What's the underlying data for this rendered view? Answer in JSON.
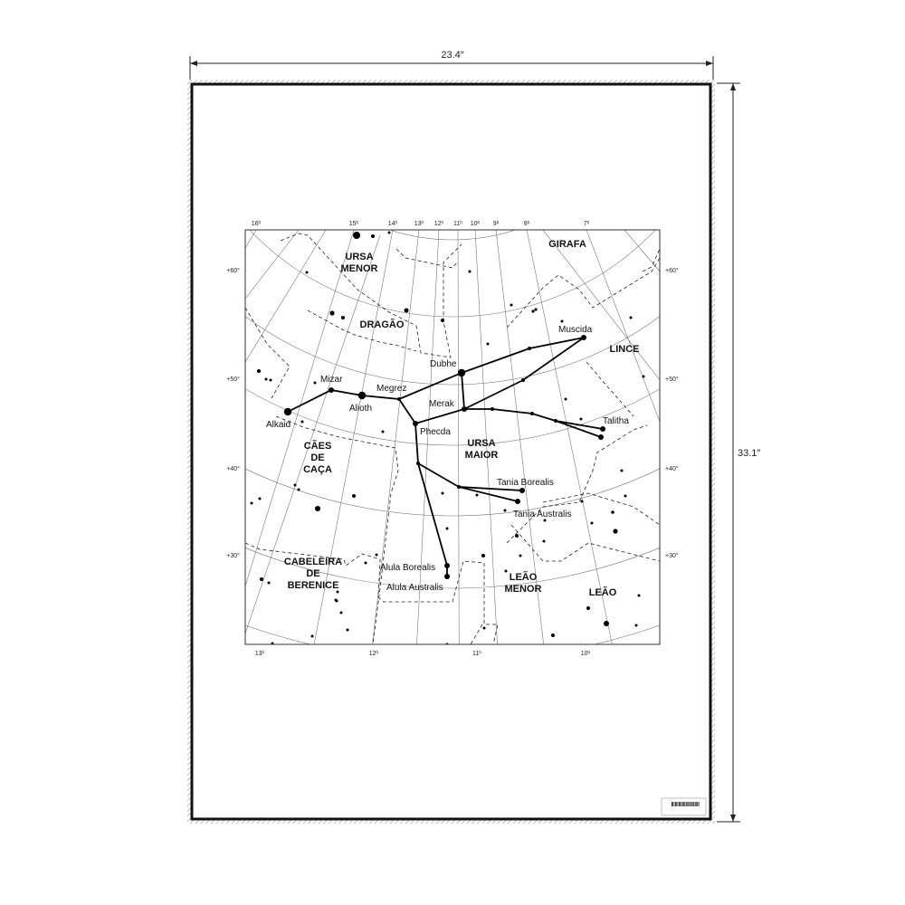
{
  "poster": {
    "width_label": "23.4″",
    "height_label": "33.1″"
  },
  "chart": {
    "ra_top": [
      "16h",
      "15h",
      "14h",
      "13h",
      "12h",
      "11h",
      "10h",
      "9h",
      "8h",
      "7h"
    ],
    "ra_bottom": [
      "13h",
      "12h",
      "11h",
      "10h"
    ],
    "dec_left": [
      "+60°",
      "+50°",
      "+40°",
      "+30°"
    ],
    "dec_right": [
      "+60°",
      "+50°",
      "+40°",
      "+30°"
    ],
    "constellations": [
      [
        "URSA",
        "MENOR"
      ],
      [
        "GIRAFA"
      ],
      [
        "DRAGÃO"
      ],
      [
        "LINCE"
      ],
      [
        "CÃES",
        "DE",
        "CAÇA"
      ],
      [
        "URSA",
        "MAIOR"
      ],
      [
        "CABELEIRA",
        "DE",
        "BERENICE"
      ],
      [
        "LEÃO",
        "MENOR"
      ],
      [
        "LEÃO"
      ]
    ],
    "stars": [
      "Muscida",
      "Dubhe",
      "Mizar",
      "Megrez",
      "Merak",
      "Alioth",
      "Alkaid",
      "Phecda",
      "Talitha",
      "Tania Borealis",
      "Tania Australis",
      "Alula Borealis",
      "Alula Australis"
    ]
  },
  "colors": {
    "ink": "#111111",
    "paper": "#ffffff",
    "grid": "#888888"
  }
}
